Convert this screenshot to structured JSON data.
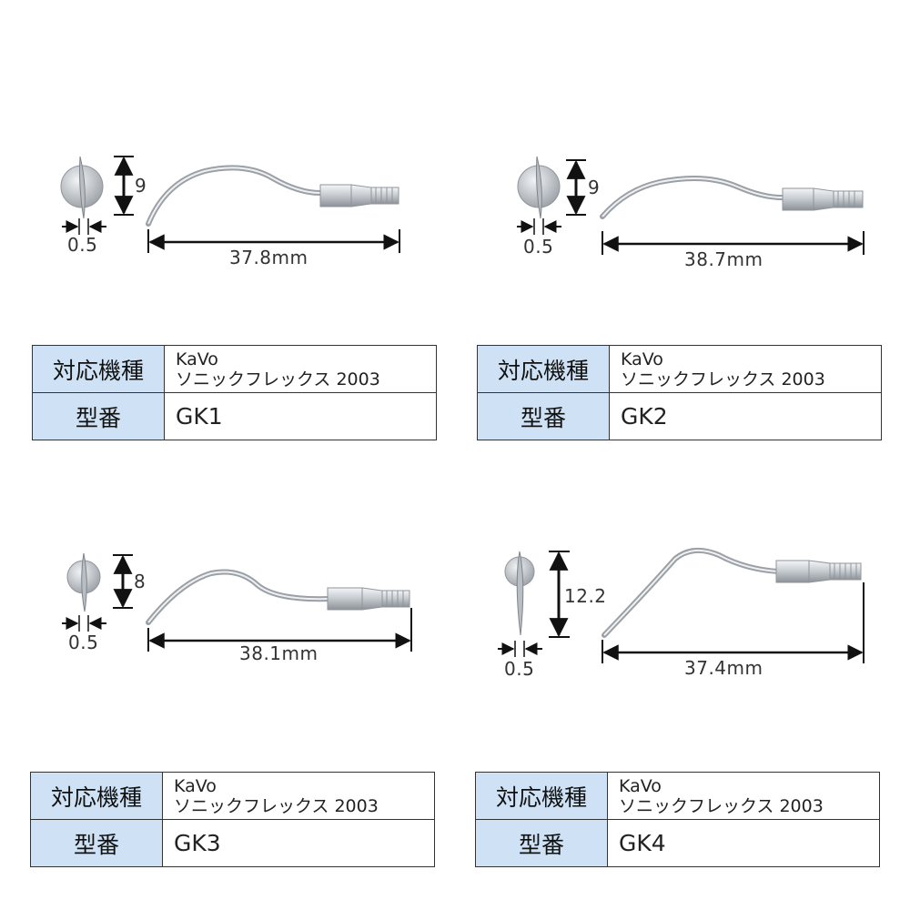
{
  "colors": {
    "header_bg": "#cfe2f5",
    "border": "#333333",
    "metal_light": "#e6e9ec",
    "metal_dark": "#8f959b",
    "dimension_line": "#111111"
  },
  "header_labels": {
    "compatible": "対応機種",
    "model": "型番"
  },
  "products": [
    {
      "height": "9",
      "thickness": "0.5",
      "length": "37.8mm",
      "maker": "KaVo",
      "series": "ソニックフレックス 2003",
      "model": "GK1"
    },
    {
      "height": "9",
      "thickness": "0.5",
      "length": "38.7mm",
      "maker": "KaVo",
      "series": "ソニックフレックス 2003",
      "model": "GK2"
    },
    {
      "height": "8",
      "thickness": "0.5",
      "length": "38.1mm",
      "maker": "KaVo",
      "series": "ソニックフレックス 2003",
      "model": "GK3"
    },
    {
      "height": "12.2",
      "thickness": "0.5",
      "length": "37.4mm",
      "maker": "KaVo",
      "series": "ソニックフレックス 2003",
      "model": "GK4"
    }
  ]
}
